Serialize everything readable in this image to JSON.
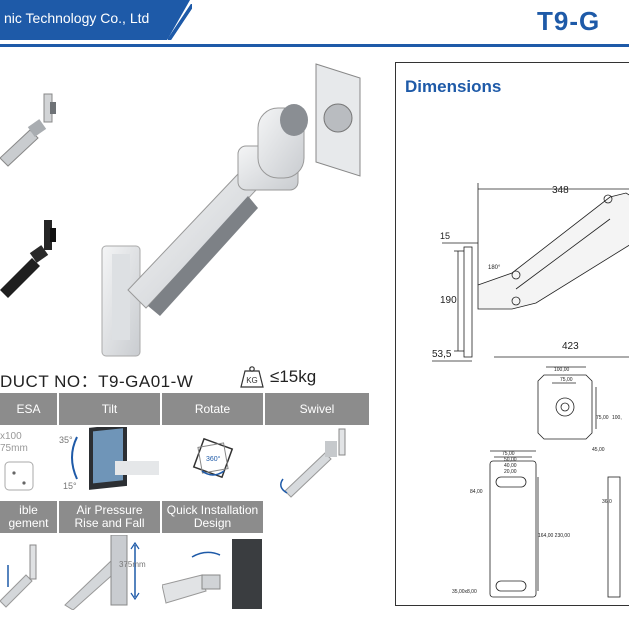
{
  "header": {
    "company": "nic Technology Co., Ltd",
    "model_title": "T9-G"
  },
  "product": {
    "product_no": "DUCT NO：T9-GA01-W",
    "kg_icon_label": "KG",
    "max_load": "≤15kg"
  },
  "features_row1": [
    {
      "label": "ESA"
    },
    {
      "label": "Tilt"
    },
    {
      "label": "Rotate"
    },
    {
      "label": "Swivel"
    }
  ],
  "features_row2": [
    {
      "label": "ible\ngement"
    },
    {
      "label": "Air Pressure\nRise and Fall"
    },
    {
      "label": "Quick Installation\nDesign"
    }
  ],
  "vesa_cell": {
    "line1": "x100",
    "line2": "75mm"
  },
  "tilt_cell": {
    "up": "35°",
    "down": "15°"
  },
  "rotate_cell": {
    "angle": "360°"
  },
  "air_cell": {
    "travel": "375mm"
  },
  "dimensions": {
    "title": "Dimensions",
    "d348": "348",
    "d15": "15",
    "d190": "190",
    "d53": "53,5",
    "d423": "423",
    "angle": "180°",
    "plate_100": "100,00",
    "plate_75": "75,00",
    "plate_75v": "75,00",
    "plate_100v": "100,",
    "plate_45": "45,00",
    "wall_75": "75,00",
    "wall_50": "50,00",
    "wall_40": "40,00",
    "wall_20": "20,00",
    "wall_84": "84,00",
    "wall_height": "164,00 230,00",
    "wall_bottom": "35,00x8,00",
    "side_label": "36,0"
  },
  "colors": {
    "brand_blue": "#1e5aa8",
    "feature_header_gray": "#8c8c8c"
  }
}
